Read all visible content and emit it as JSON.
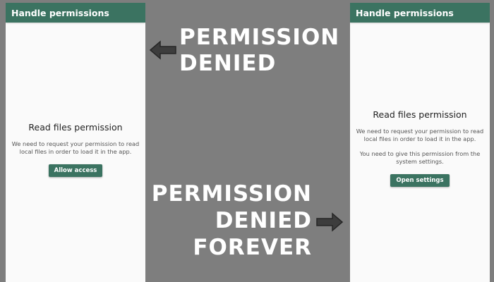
{
  "left_screen": {
    "app_title": "Handle permissions",
    "content_title": "Read files permission",
    "message": "We need to request your permission to read local files in order to load it in the app.",
    "button_label": "Allow access"
  },
  "right_screen": {
    "app_title": "Handle permissions",
    "content_title": "Read files permission",
    "message": "We need to request your permission to read local files in order to load it in the app.",
    "settings_message": "You need to give this permission from the system settings.",
    "button_label": "Open settings"
  },
  "captions": {
    "denied": {
      "line1": "PERMISSION",
      "line2": "DENIED"
    },
    "denied_forever": {
      "line1": "PERMISSION",
      "line2": "DENIED",
      "line3": "FOREVER"
    }
  },
  "icons": {
    "arrow_left": "arrow-left-icon",
    "arrow_right": "arrow-right-icon"
  },
  "colors": {
    "background": "#7e7e7e",
    "appbar": "#3b7361",
    "button": "#3b7361",
    "screen": "#fafafa"
  }
}
